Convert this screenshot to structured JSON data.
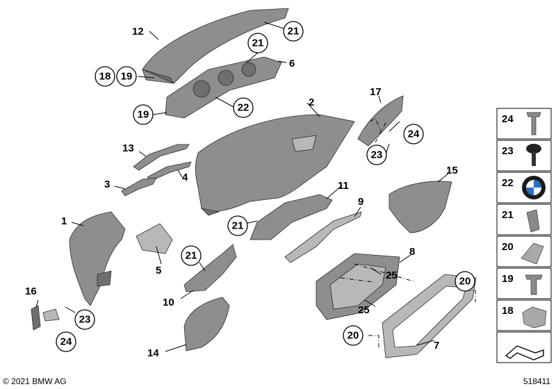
{
  "labels": {
    "l1": "1",
    "l2": "2",
    "l3": "3",
    "l4": "4",
    "l5": "5",
    "l6": "6",
    "l7": "7",
    "l8": "8",
    "l9": "9",
    "l10": "10",
    "l11": "11",
    "l12": "12",
    "l13": "13",
    "l14": "14",
    "l15": "15",
    "l16": "16",
    "l17": "17",
    "c18": "18",
    "c19a": "19",
    "c19b": "19",
    "c20a": "20",
    "c20b": "20",
    "c21a": "21",
    "c21b": "21",
    "c21c": "21",
    "c21d": "21",
    "c22": "22",
    "c23a": "23",
    "c23b": "23",
    "c24a": "24",
    "c24b": "24",
    "l25a": "25",
    "l25b": "25"
  },
  "legend": {
    "r24": "24",
    "r23": "23",
    "r22": "22",
    "r21": "21",
    "r20": "20",
    "r19": "19",
    "r18": "18"
  },
  "footer": {
    "copyright": "© 2021 BMW AG",
    "ref_number": "518411"
  }
}
